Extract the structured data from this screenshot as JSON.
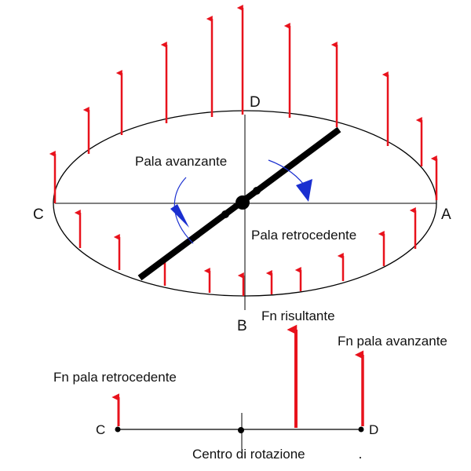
{
  "colors": {
    "arrow": "#e8121c",
    "rotation": "#1a2fd0",
    "line": "#000000",
    "background": "#ffffff"
  },
  "points": {
    "A": "A",
    "B": "B",
    "C": "C",
    "D": "D"
  },
  "labels": {
    "advancing_blade": "Pala avanzante",
    "retreating_blade": "Pala retrocedente",
    "resultant_force": "Fn risultante",
    "force_advancing": "Fn pala avanzante",
    "force_retreating": "Fn pala retrocedente",
    "rotation_center": "Centro di rotazione"
  },
  "lower_diagram": {
    "left_point": "C",
    "right_point": "D",
    "force_scale_relative": {
      "retreating": 1,
      "resultant": 3,
      "advancing": 2.2
    }
  }
}
